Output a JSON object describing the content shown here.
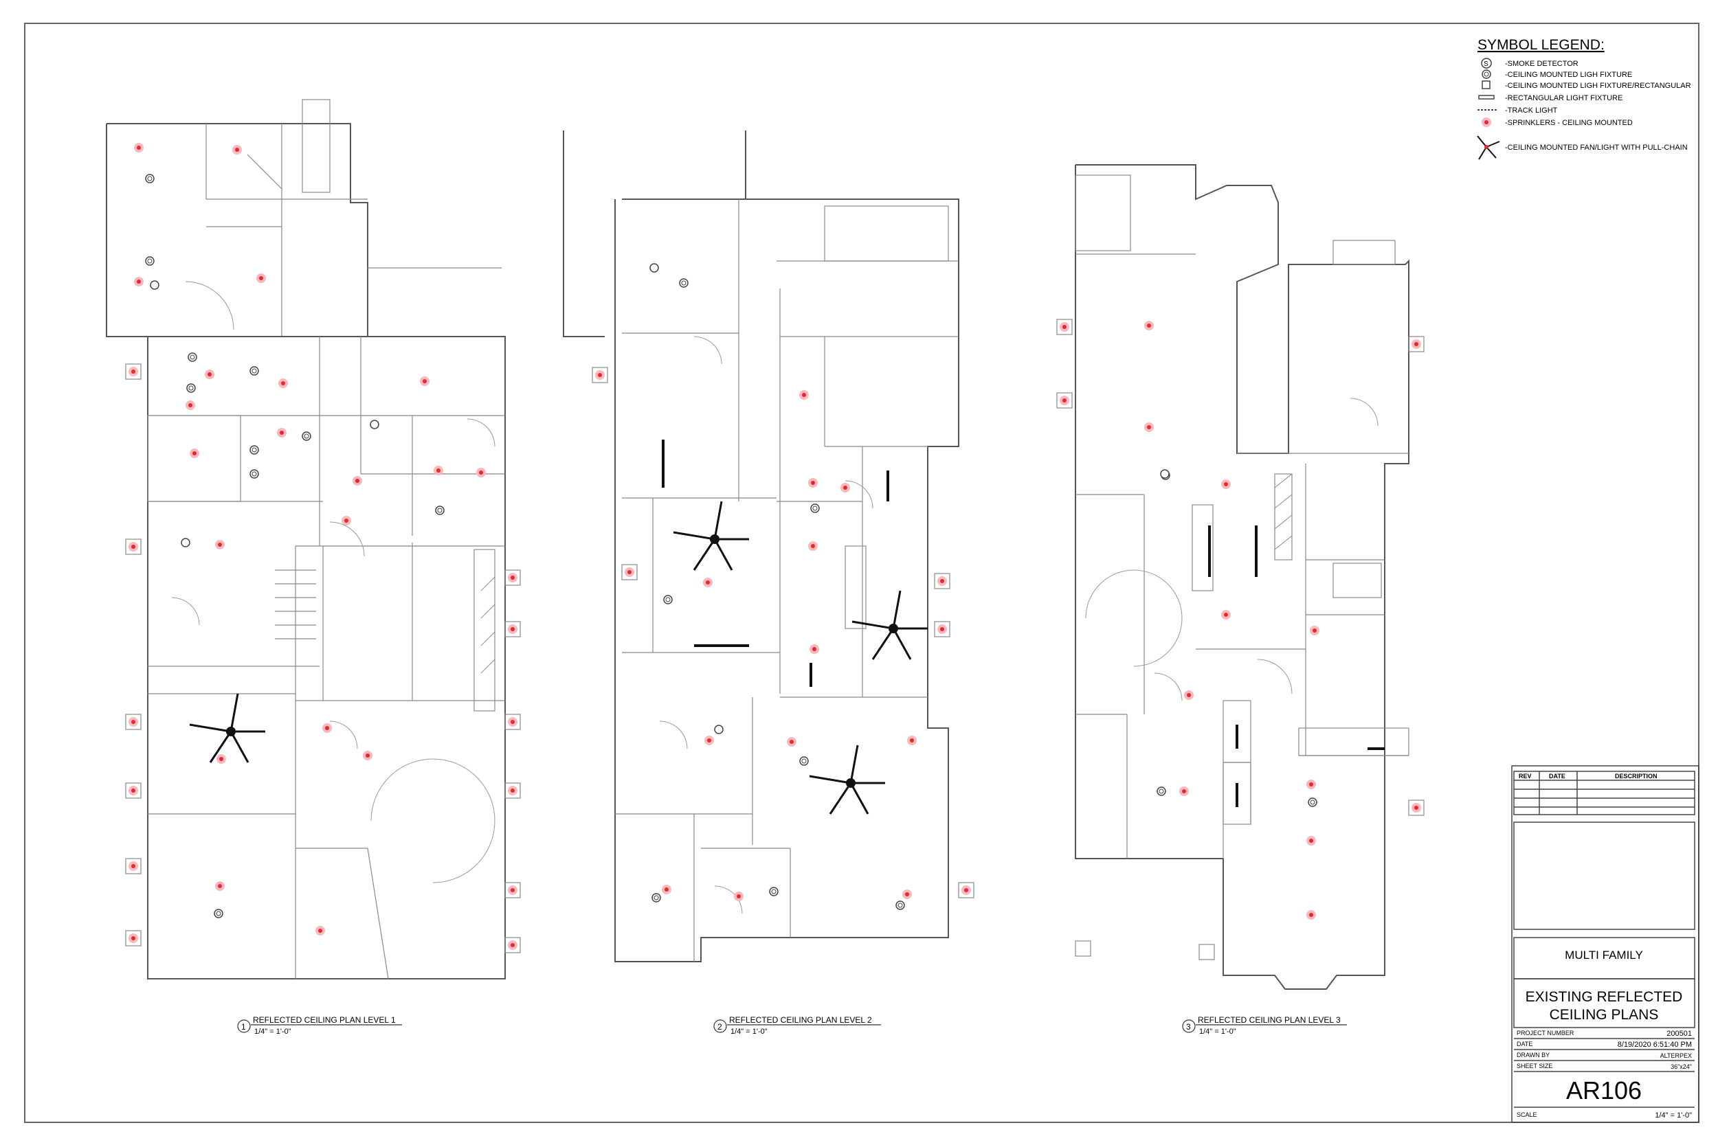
{
  "legend": {
    "title": "SYMBOL LEGEND:",
    "items": [
      {
        "symbol": "smoke-detector",
        "label": "-SMOKE DETECTOR"
      },
      {
        "symbol": "ceiling-fixture-round",
        "label": "-CEILING MOUNTED LIGH FIXTURE"
      },
      {
        "symbol": "ceiling-fixture-rect",
        "label": "-CEILING MOUNTED LIGH FIXTURE/RECTANGULAR"
      },
      {
        "symbol": "rect-light-fixture",
        "label": "-RECTANGULAR LIGHT FIXTURE"
      },
      {
        "symbol": "track-light",
        "label": "-TRACK LIGHT"
      },
      {
        "symbol": "sprinkler",
        "label": "-SPRINKLERS - CEILING MOUNTED"
      },
      {
        "symbol": "ceiling-fan",
        "label": "-CEILING MOUNTED FAN/LIGHT WITH PULL-CHAIN"
      }
    ],
    "smoke_symbol_text": "S"
  },
  "plans": [
    {
      "number": "1",
      "title": "REFLECTED CEILING PLAN LEVEL 1",
      "scale": "1/4\" = 1'-0\""
    },
    {
      "number": "2",
      "title": "REFLECTED CEILING PLAN LEVEL 2",
      "scale": "1/4\" = 1'-0\""
    },
    {
      "number": "3",
      "title": "REFLECTED CEILING PLAN LEVEL 3",
      "scale": "1/4\" = 1'-0\""
    }
  ],
  "title_block": {
    "rev_headers": [
      "REV",
      "DATE",
      "DESCRIPTION"
    ],
    "project_name": "MULTI FAMILY",
    "sheet_title_line1": "EXISTING REFLECTED",
    "sheet_title_line2": "CEILING PLANS",
    "fields": [
      {
        "label": "PROJECT NUMBER",
        "value": "200501"
      },
      {
        "label": "DATE",
        "value": "8/19/2020 6:51:40 PM"
      },
      {
        "label": "DRAWN BY",
        "value": "ALTERPEX"
      },
      {
        "label": "SHEET SIZE",
        "value": "36\"x24\""
      }
    ],
    "sheet_number": "AR106",
    "scale_label": "SCALE",
    "scale_value": "1/4\" = 1'-0\""
  },
  "colors": {
    "sprinkler": "#e8262d",
    "sprinkler_halo": "#f7b9bc",
    "line": "#555555"
  }
}
